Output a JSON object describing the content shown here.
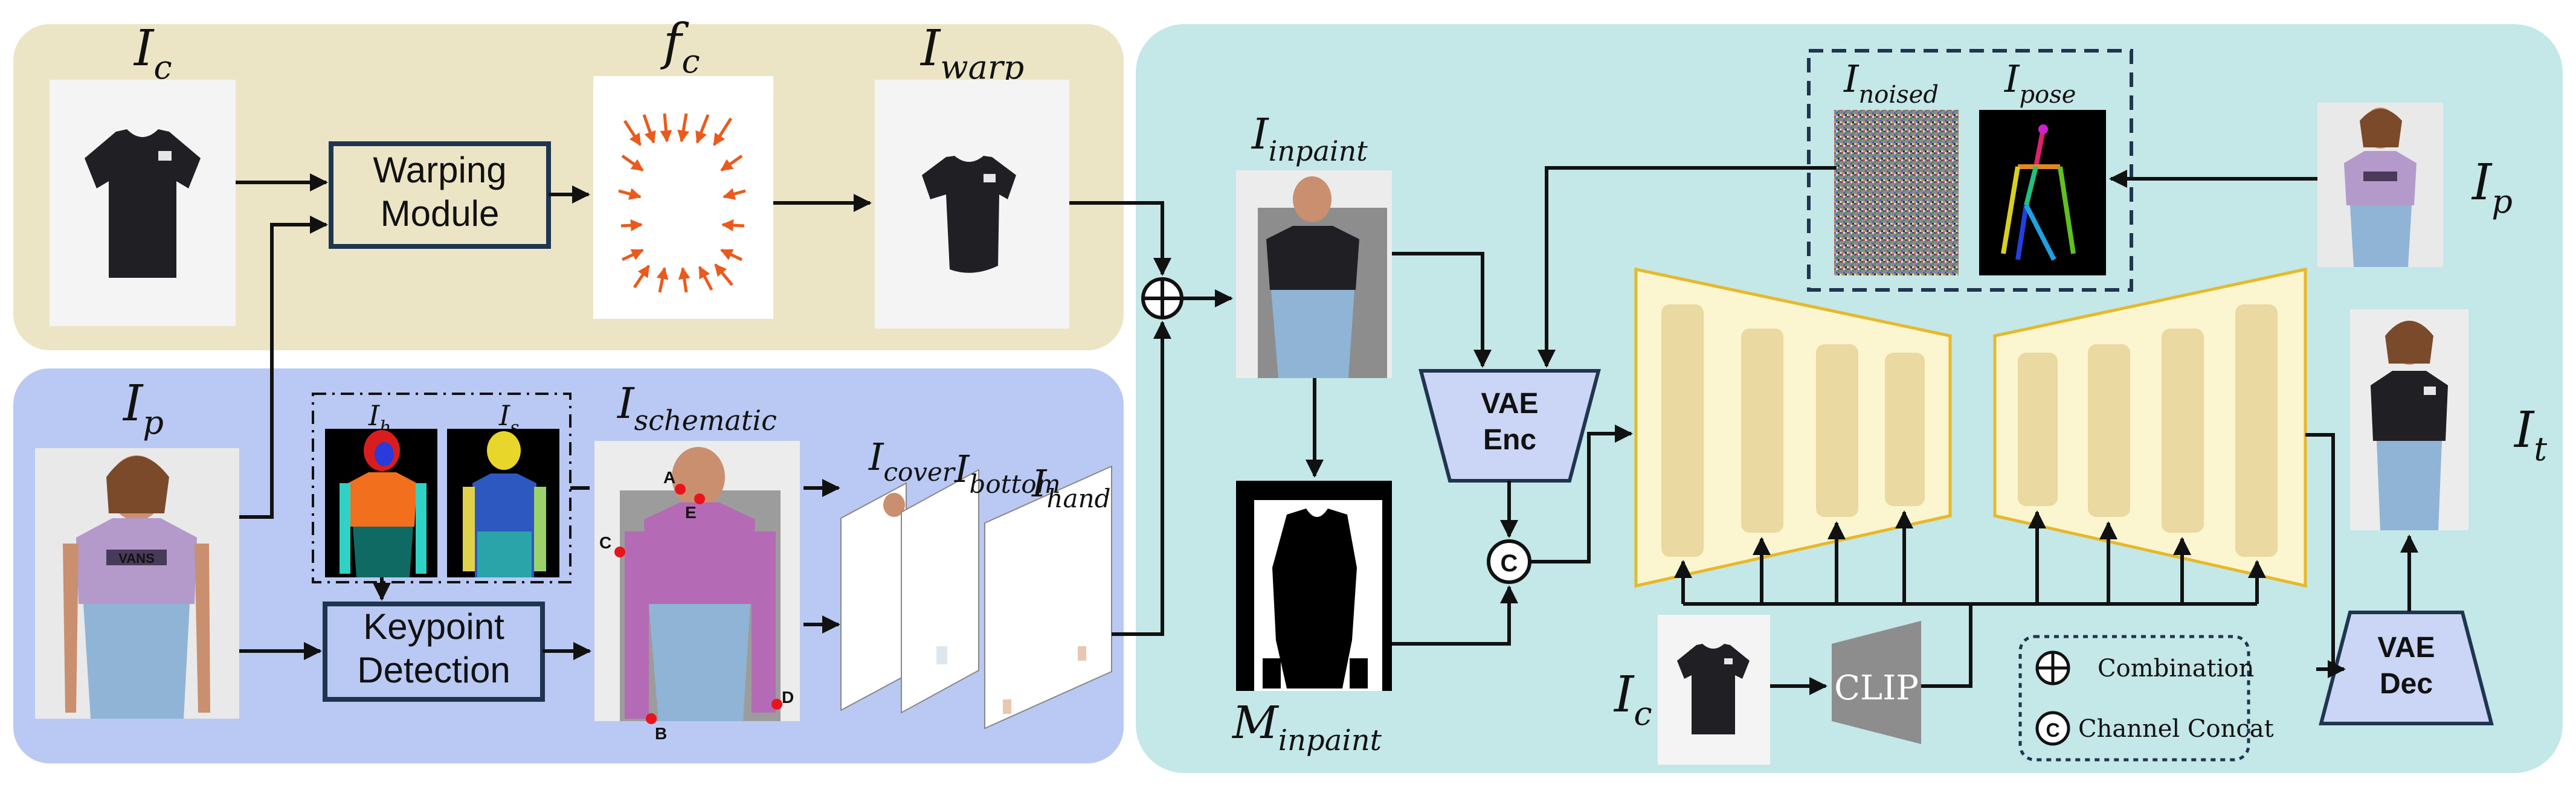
{
  "colors": {
    "warp_panel": "#ece5c5",
    "keypoint_panel": "#b9c9f3",
    "diffusion_panel": "#c4e7e8",
    "unet_fill": "#fbf6cf",
    "unet_block": "#ead9a0",
    "vae_fill": "#cbd6f6",
    "box_border": "#1f3550",
    "arrow_orange": "#ea5a1c",
    "clip_gray": "#8d8d8d",
    "keypoint_red": "#e8141b",
    "shirt_black": "#1f1f24",
    "jeans_blue": "#8fb4d6"
  },
  "labels": {
    "i_c_top": {
      "main": "I",
      "sub": "c"
    },
    "f_c": {
      "main": "f",
      "sub": "c"
    },
    "i_warp": {
      "main": "I",
      "sub": "warp"
    },
    "i_p_left": {
      "main": "I",
      "sub": "p"
    },
    "i_h": {
      "main": "I",
      "sub": "h"
    },
    "i_s": {
      "main": "I",
      "sub": "s"
    },
    "i_schematic": {
      "main": "I",
      "sub": "schematic"
    },
    "i_cover": {
      "main": "I",
      "sub": "cover"
    },
    "i_bottom": {
      "main": "I",
      "sub": "bottom"
    },
    "i_hand": {
      "main": "I",
      "sub": "hand"
    },
    "i_inpaint": {
      "main": "I",
      "sub": "inpaint"
    },
    "m_inpaint": {
      "main": "M",
      "sub": "inpaint"
    },
    "i_noised": {
      "main": "I",
      "sub": "noised"
    },
    "i_pose": {
      "main": "I",
      "sub": "pose"
    },
    "i_p_right": {
      "main": "I",
      "sub": "p"
    },
    "i_t": {
      "main": "I",
      "sub": "t"
    },
    "i_c_bottom": {
      "main": "I",
      "sub": "c"
    }
  },
  "modules": {
    "warping_line1": "Warping",
    "warping_line2": "Module",
    "keypoint_line1": "Keypoint",
    "keypoint_line2": "Detection",
    "vae_enc_line1": "VAE",
    "vae_enc_line2": "Enc",
    "vae_dec_line1": "VAE",
    "vae_dec_line2": "Dec",
    "clip": "CLIP",
    "concat_symbol": "C"
  },
  "keypoints": [
    "A",
    "B",
    "C",
    "D",
    "E"
  ],
  "tshirt_logo": "VANS",
  "legend": {
    "combination": "Combination",
    "channel_concat": "Channel Concat",
    "concat_symbol": "C"
  }
}
